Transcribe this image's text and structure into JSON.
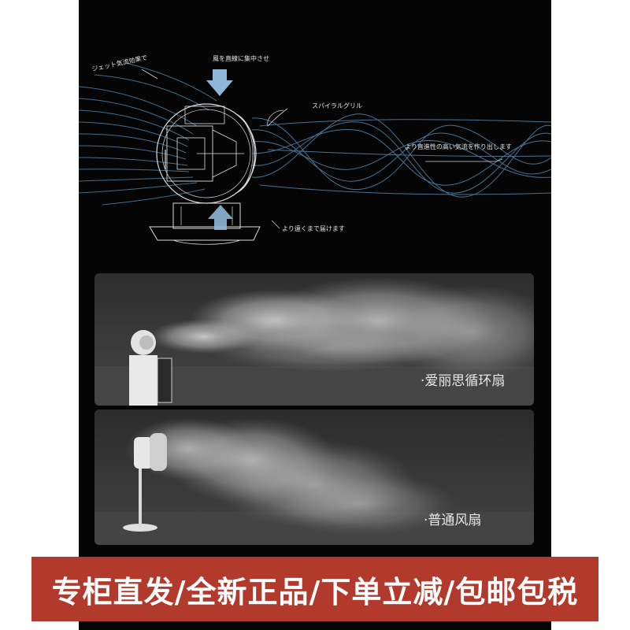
{
  "diagram": {
    "annotations": {
      "jet_effect": "ジェット気流効果で",
      "focus_wind": "風を直線に集中させ",
      "spiral_grill": "スパイラルグリル",
      "straighter_flow": "より直進性の高い気流を作り出します",
      "reach_far": "より遠くまで届けます"
    },
    "colors": {
      "flow_lines": "#4e7fa3",
      "arrow": "#8fb8d8",
      "drawing": "#dcdcdc"
    }
  },
  "comparison": {
    "top": {
      "label": "·爱丽思循环扇"
    },
    "bottom": {
      "label": "·普通风扇"
    }
  },
  "banner": {
    "text": "专柜直发/全新正品/下单立减/包邮包税",
    "color": "#b23a2c"
  }
}
